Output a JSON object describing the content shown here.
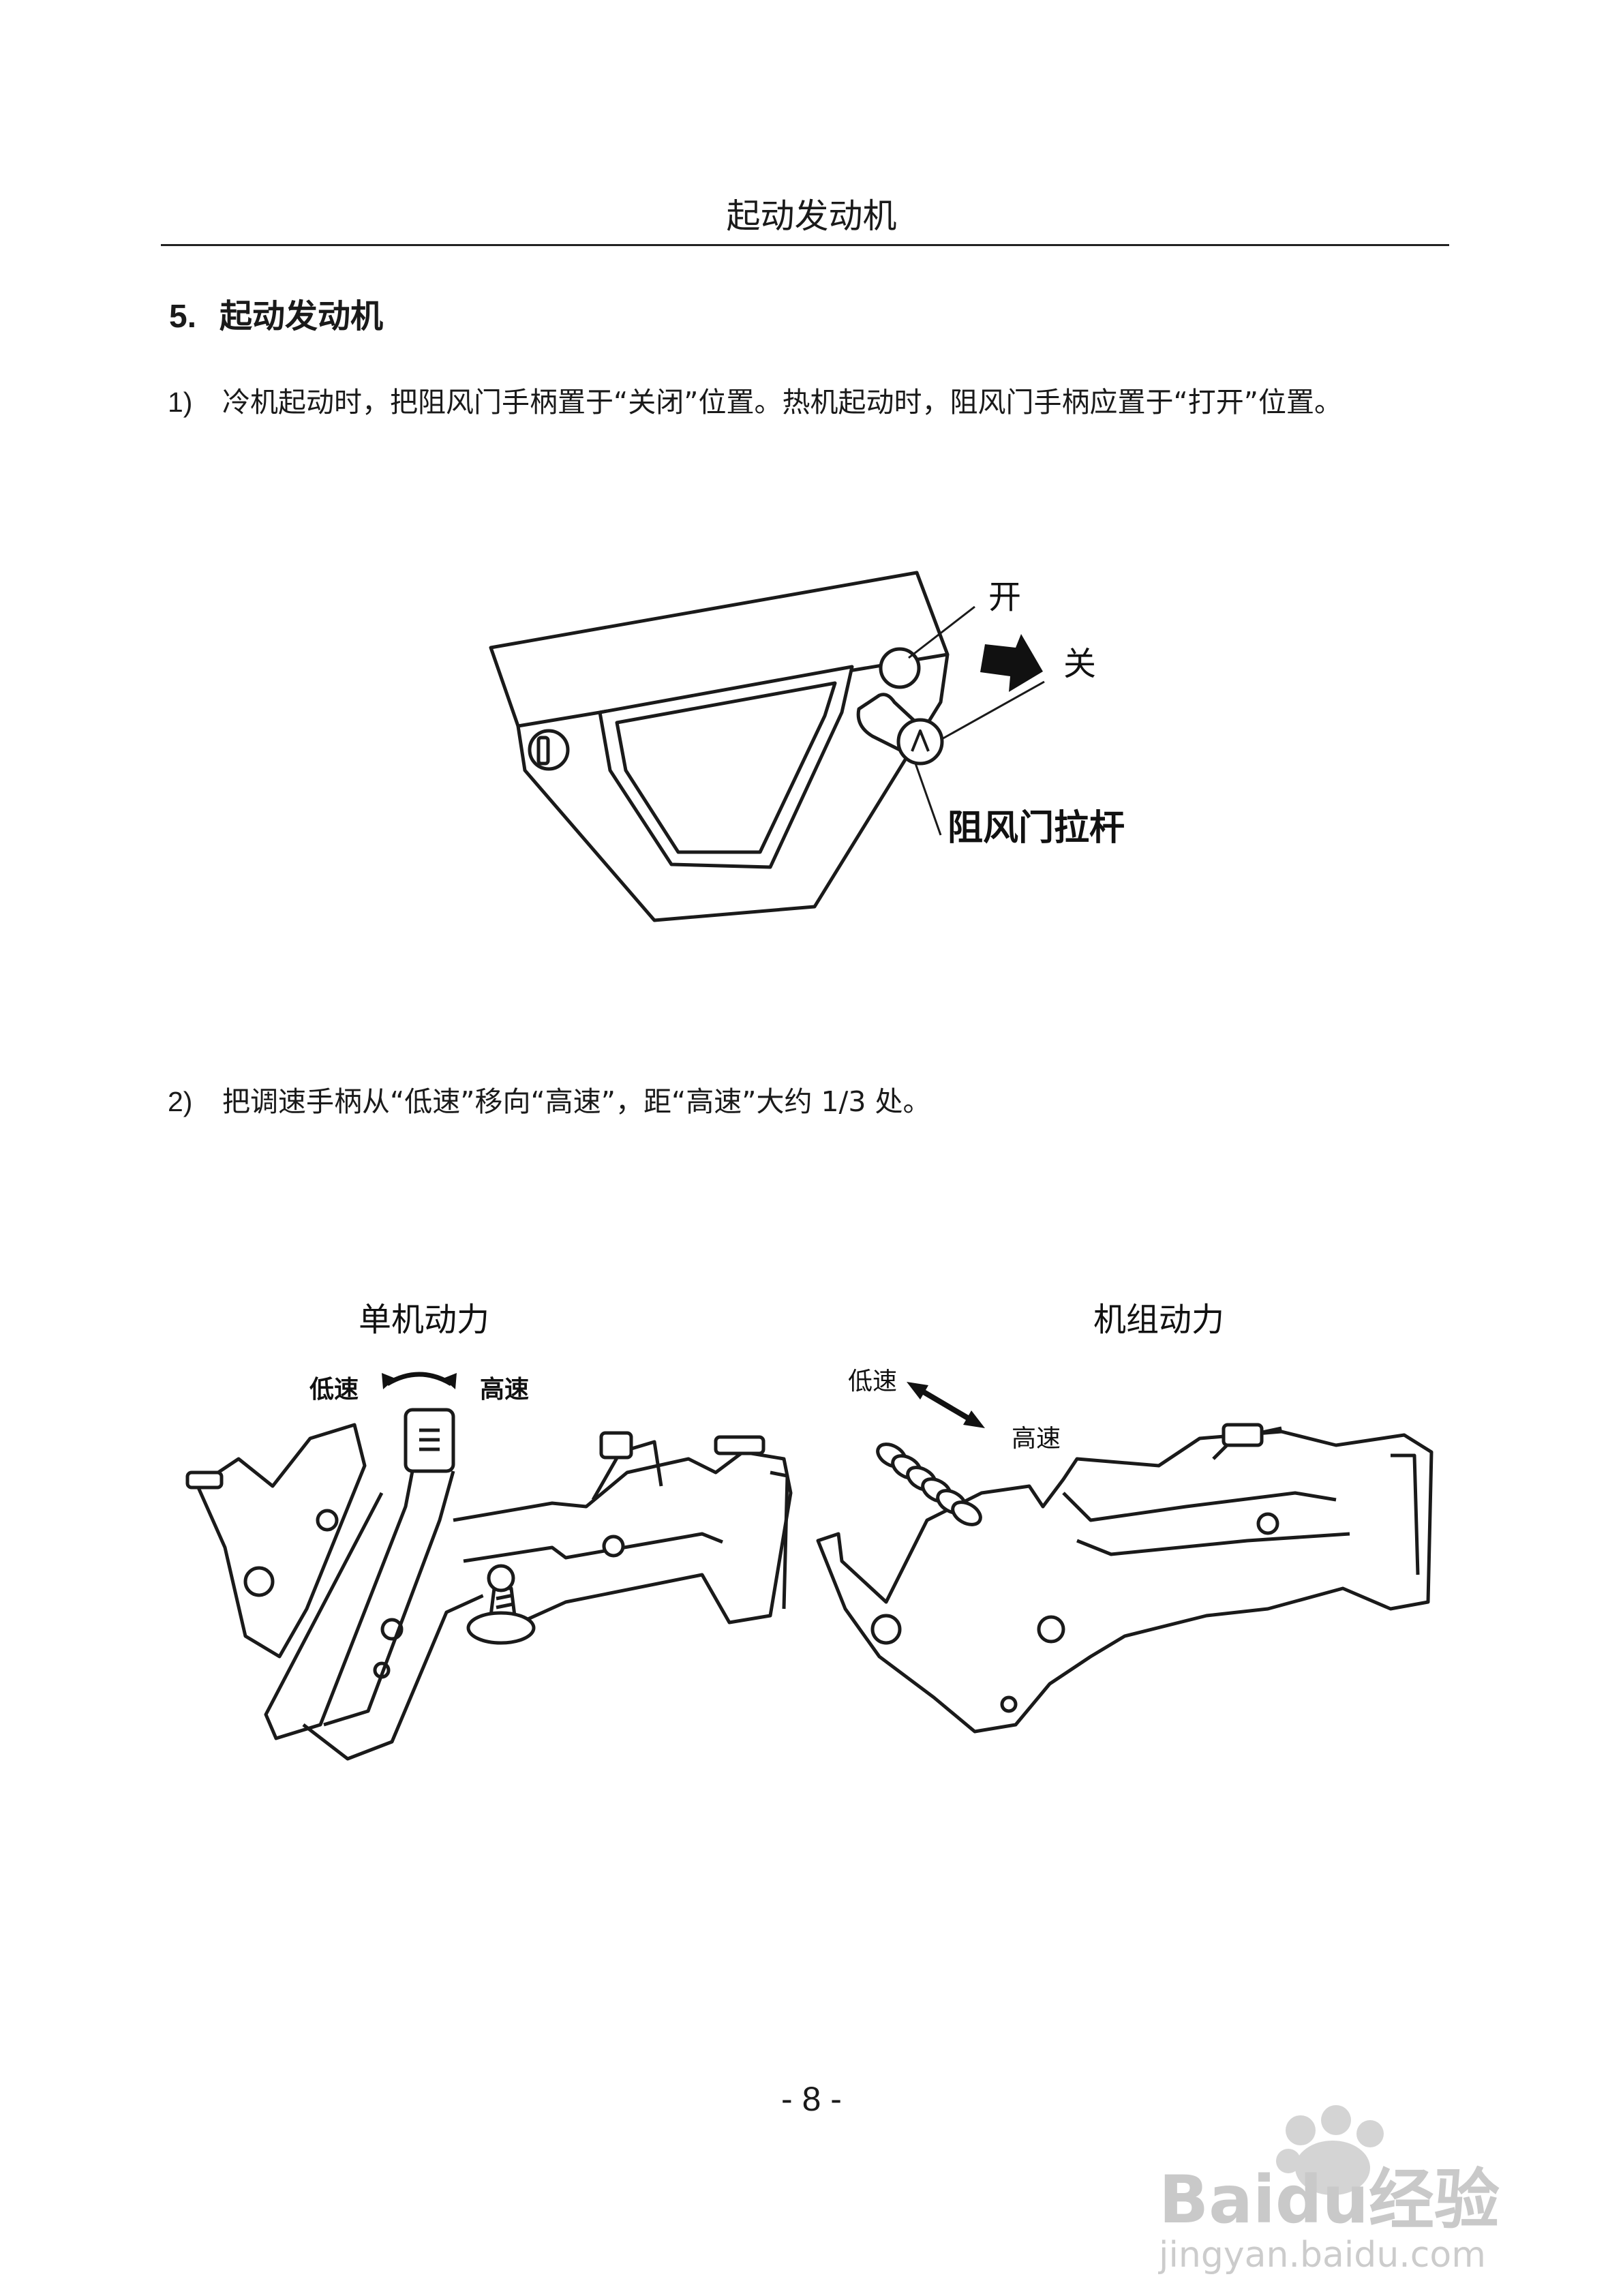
{
  "header": {
    "title": "起动发动机"
  },
  "section": {
    "number": "5.",
    "title": "起动发动机"
  },
  "steps": [
    {
      "number": "1)",
      "text": "冷机起动时，把阻风门手柄置于“关闭”位置。热机起动时，阻风门手柄应置于“打开”位置。"
    },
    {
      "number": "2)",
      "text": "把调速手柄从“低速”移向“高速”，距“高速”大约 1/3 处。"
    }
  ],
  "figure_choke": {
    "label_open": "开",
    "label_close": "关",
    "label_rod": "阻风门拉杆"
  },
  "figure_throttle": {
    "single": {
      "caption": "单机动力",
      "label_low": "低速",
      "label_high": "高速"
    },
    "group": {
      "caption": "机组动力",
      "label_low": "低速",
      "label_high": "高速"
    }
  },
  "footer": {
    "page_number": "- 8 -"
  },
  "watermark": {
    "brand_text": "Baidu经验",
    "url_text": "jingyan.baidu.com"
  }
}
